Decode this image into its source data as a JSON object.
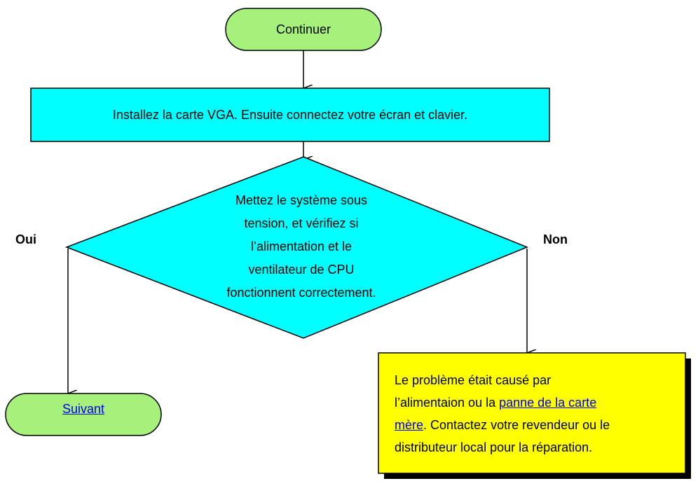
{
  "flow": {
    "start": "Continuer",
    "install_step": "Installez la carte VGA. Ensuite connectez votre écran et clavier.",
    "decision": {
      "line1": "Mettez le système sous",
      "line2": "tension, et vérifiez si",
      "line3": "l’alimentation et le",
      "line4": "ventilateur de CPU",
      "line5": "fonctionnent correctement."
    },
    "branch_yes": "Oui",
    "branch_no": "Non",
    "next_link": "Suivant",
    "problem": {
      "line1": "Le problème était causé par",
      "line2_prefix": "l’alimentaion ou la ",
      "link_part1": "panne de la carte ",
      "link_part2": "mère",
      "line3_suffix": ". Contactez votre revendeur ou le",
      "line4": "distributeur local pour la réparation."
    }
  },
  "colors": {
    "terminal_fill": "#a6f07c",
    "process_fill": "#00ffff",
    "note_fill": "#ffff00",
    "link": "#0000ee"
  }
}
